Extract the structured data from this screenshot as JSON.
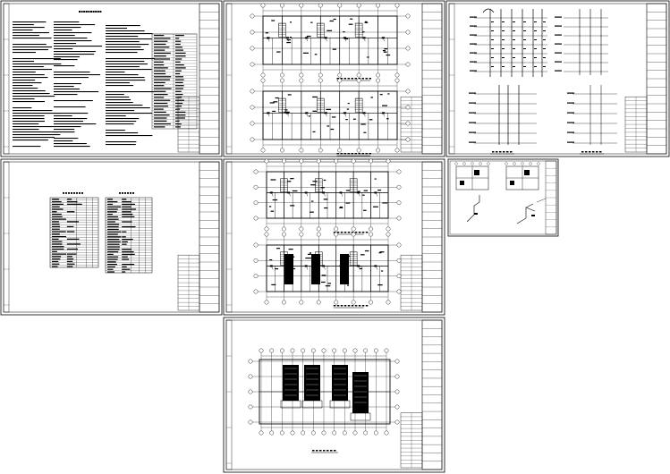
{
  "app": {
    "title": ""
  },
  "sheets": [
    {
      "id": "notes",
      "kind": "general-notes"
    },
    {
      "id": "plan-1",
      "kind": "floor-plan-double"
    },
    {
      "id": "riser",
      "kind": "riser-diagram"
    },
    {
      "id": "tables",
      "kind": "equipment-tables"
    },
    {
      "id": "plan-2",
      "kind": "floor-plan-double"
    },
    {
      "id": "detail",
      "kind": "detail-small"
    },
    {
      "id": "plan-3",
      "kind": "roof-plan"
    }
  ],
  "colors": {
    "line": "#000000",
    "background": "#ffffff"
  }
}
